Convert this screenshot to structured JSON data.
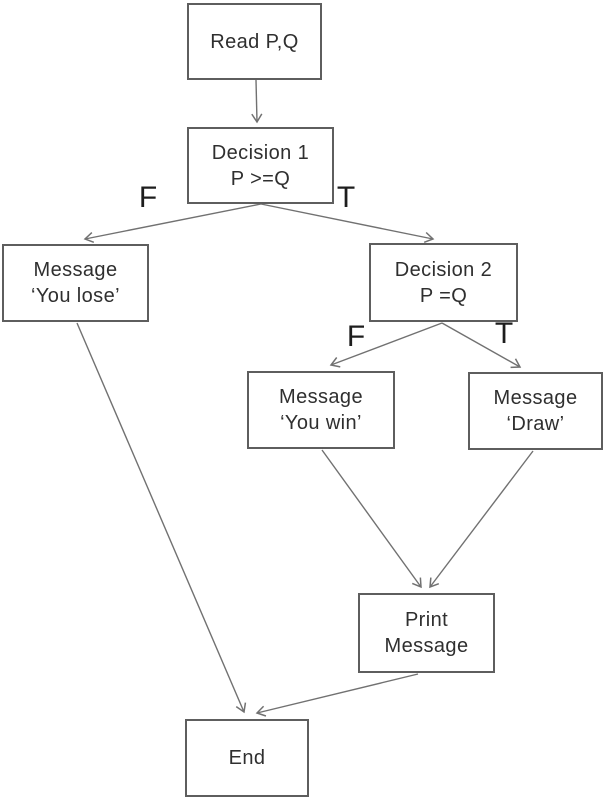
{
  "diagram": {
    "type": "flowchart",
    "background_color": "#ffffff",
    "line_color": "#717171",
    "box_border_color": "#5e5e5e",
    "text_color": "#2f2f2f",
    "nodes": {
      "read": {
        "lines": [
          "Read P,Q"
        ]
      },
      "decision1": {
        "lines": [
          "Decision 1",
          "P >=Q"
        ]
      },
      "you_lose": {
        "lines": [
          "Message",
          "‘You lose’"
        ]
      },
      "decision2": {
        "lines": [
          "Decision 2",
          "P =Q"
        ]
      },
      "you_win": {
        "lines": [
          "Message",
          "‘You win’"
        ]
      },
      "draw": {
        "lines": [
          "Message",
          "‘Draw’"
        ]
      },
      "print": {
        "lines": [
          "Print",
          "Message"
        ]
      },
      "end": {
        "lines": [
          "End"
        ]
      }
    },
    "labels": {
      "decision1_false": "F",
      "decision1_true": "T",
      "decision2_false": "F",
      "decision2_true": "T"
    },
    "edges": [
      {
        "from": "read",
        "to": "decision1",
        "label": ""
      },
      {
        "from": "decision1",
        "to": "you_lose",
        "label": "F"
      },
      {
        "from": "decision1",
        "to": "decision2",
        "label": "T"
      },
      {
        "from": "decision2",
        "to": "you_win",
        "label": "F"
      },
      {
        "from": "decision2",
        "to": "draw",
        "label": "T"
      },
      {
        "from": "you_win",
        "to": "print",
        "label": ""
      },
      {
        "from": "draw",
        "to": "print",
        "label": ""
      },
      {
        "from": "you_lose",
        "to": "end",
        "label": ""
      },
      {
        "from": "print",
        "to": "end",
        "label": ""
      }
    ]
  }
}
